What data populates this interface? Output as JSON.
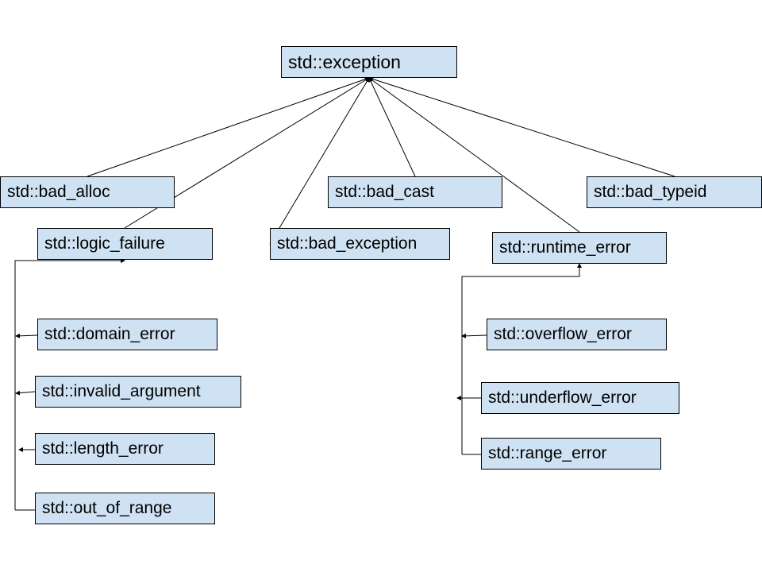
{
  "diagram": {
    "root": {
      "label": "std::exception"
    },
    "direct_children": [
      {
        "label": "std::bad_alloc"
      },
      {
        "label": "std::bad_cast"
      },
      {
        "label": "std::bad_typeid"
      },
      {
        "label": "std::logic_failure"
      },
      {
        "label": "std::bad_exception"
      },
      {
        "label": "std::runtime_error"
      }
    ],
    "logic_children": [
      {
        "label": "std::domain_error"
      },
      {
        "label": "std::invalid_argument"
      },
      {
        "label": "std::length_error"
      },
      {
        "label": "std::out_of_range"
      }
    ],
    "runtime_children": [
      {
        "label": "std::overflow_error"
      },
      {
        "label": "std::underflow_error"
      },
      {
        "label": "std::range_error"
      }
    ],
    "colors": {
      "node_fill": "#cfe2f3",
      "node_border": "#000000",
      "connector": "#000000"
    }
  }
}
